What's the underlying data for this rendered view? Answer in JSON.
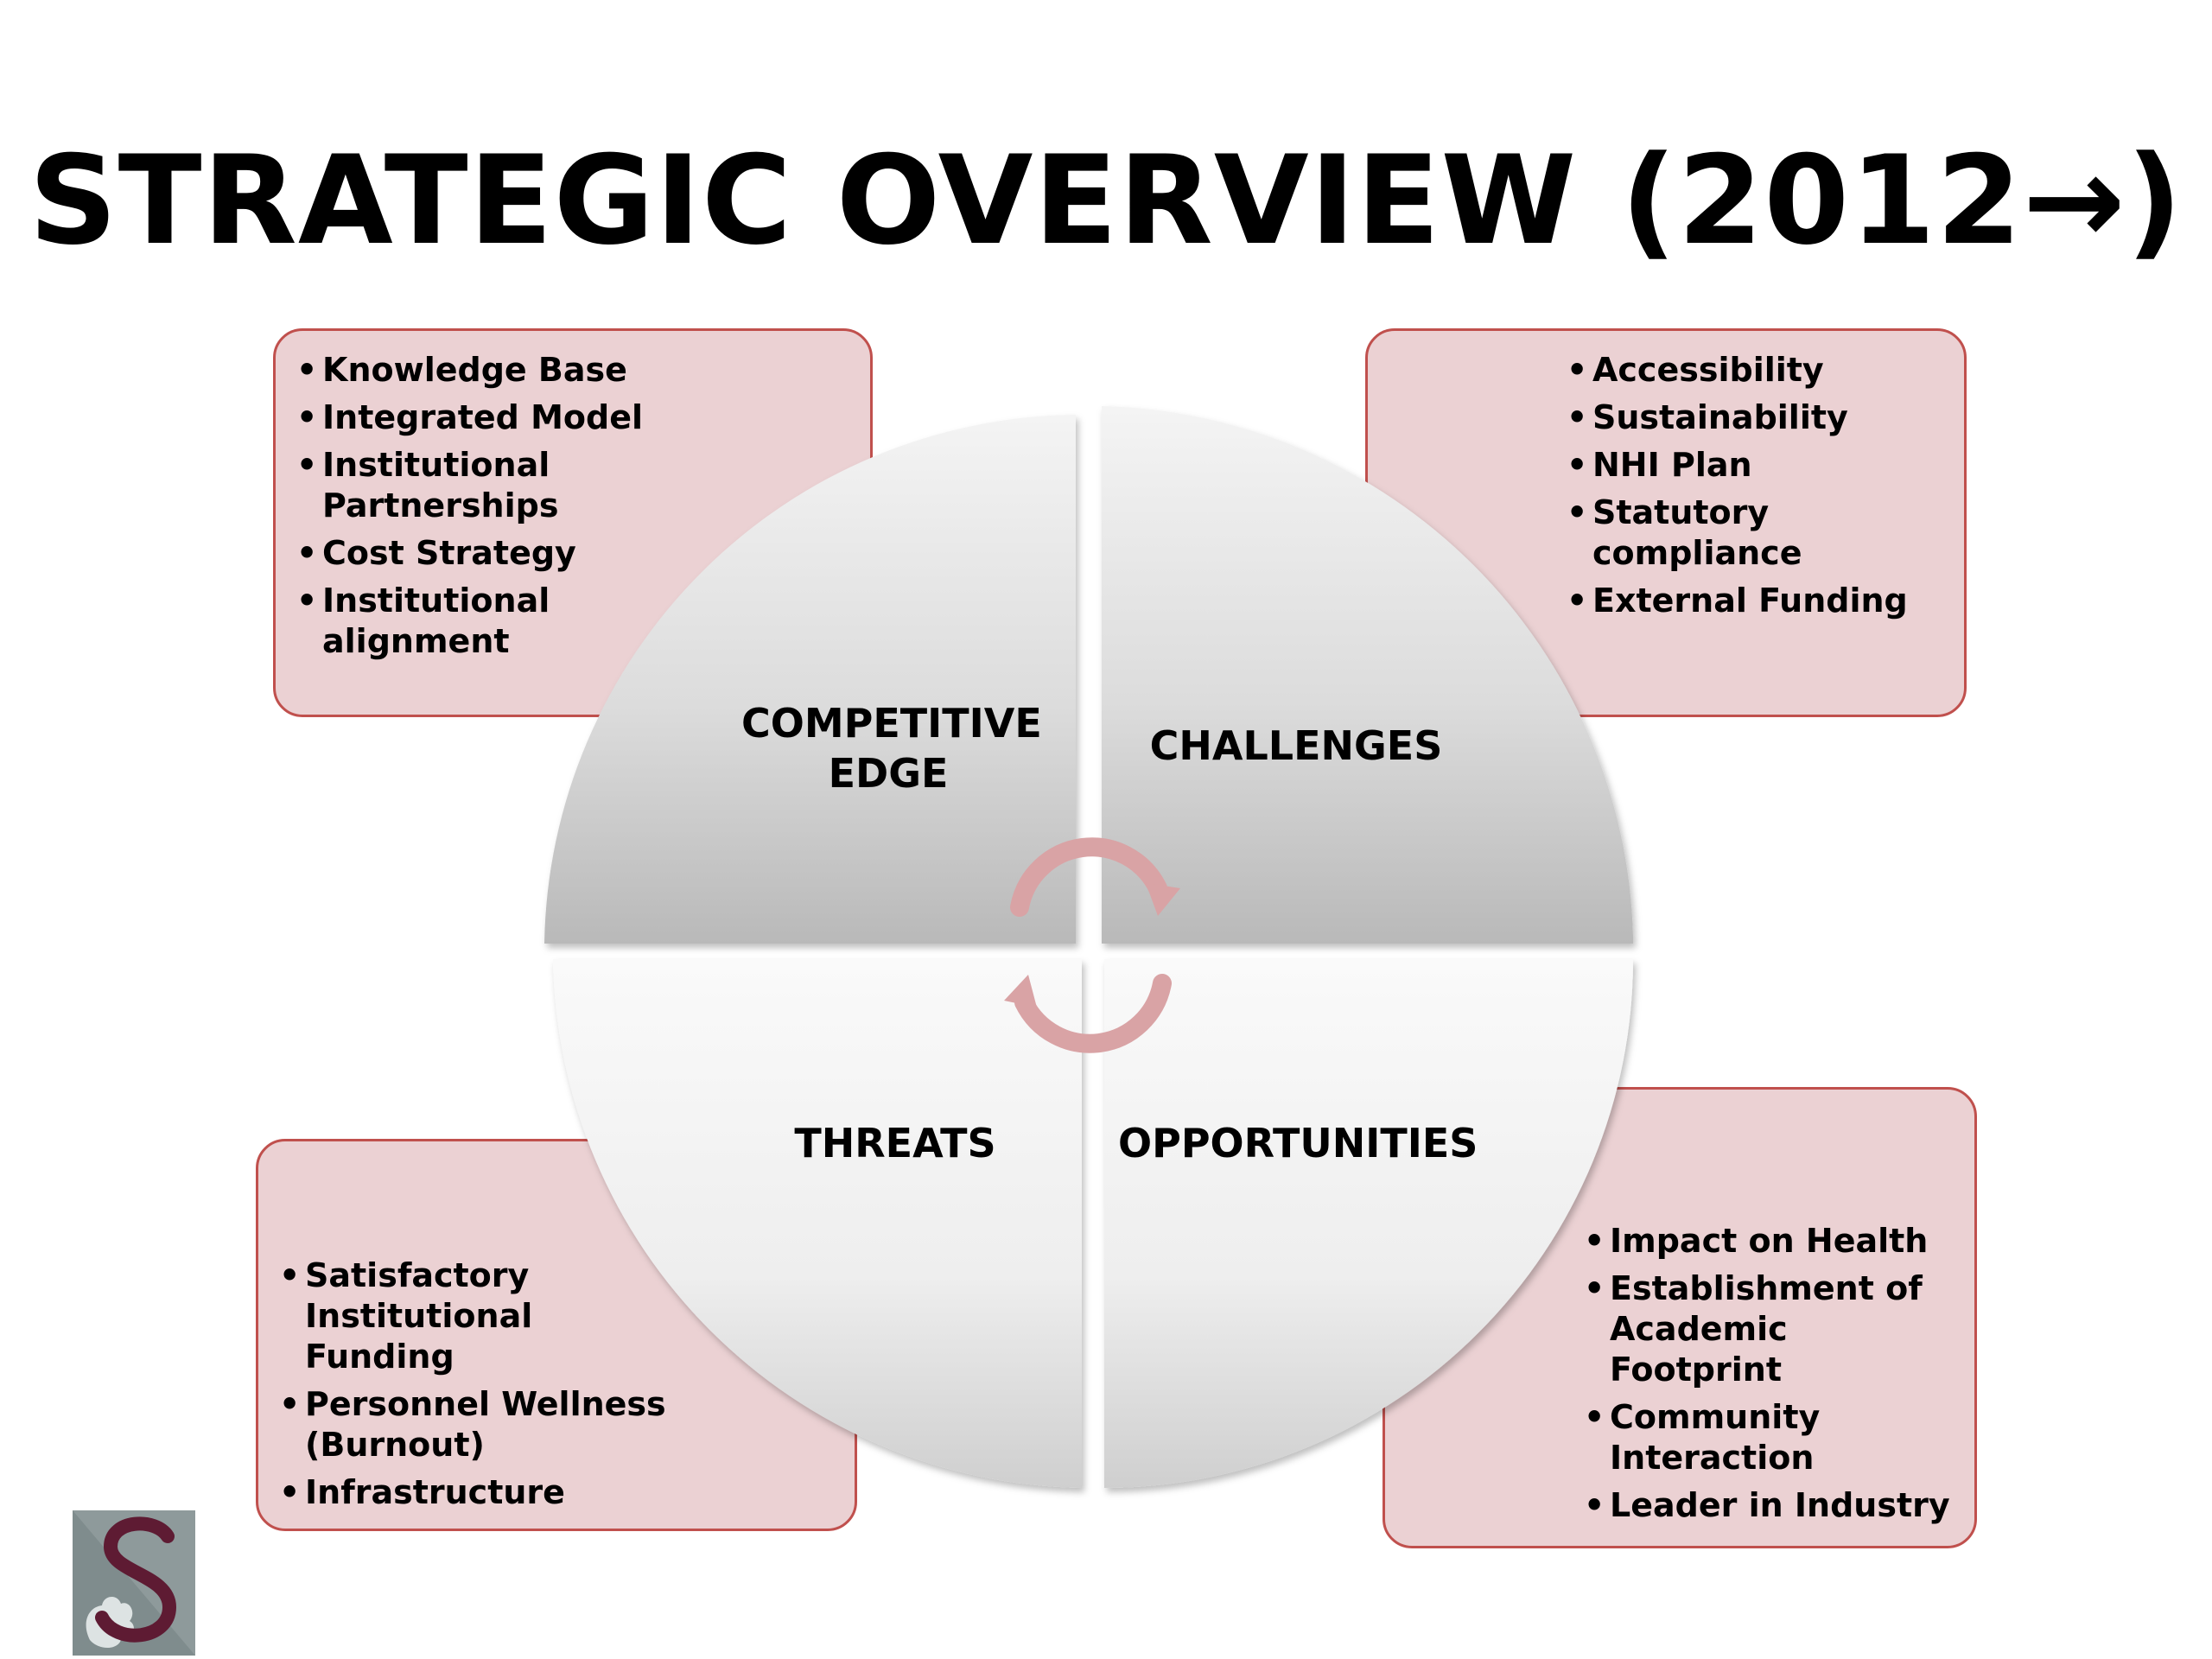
{
  "slide": {
    "title": "STRATEGIC OVERVIEW (2012→)",
    "quadrants": {
      "competitive_edge": {
        "label": "COMPETITIVE EDGE",
        "items": [
          "Knowledge Base",
          "Integrated Model",
          "Institutional Partnerships",
          "Cost Strategy",
          "Institutional alignment"
        ]
      },
      "challenges": {
        "label": "CHALLENGES",
        "items": [
          "Accessibility",
          "Sustainability",
          "NHI Plan",
          "Statutory compliance",
          "External Funding"
        ]
      },
      "threats": {
        "label": "THREATS",
        "items": [
          "Satisfactory Institutional Funding",
          "Personnel Wellness (Burnout)",
          "Infrastructure"
        ]
      },
      "opportunities": {
        "label": "OPPORTUNITIES",
        "items": [
          "Impact on Health",
          "Establishment of Academic Footprint",
          "Community Interaction",
          "Leader in Industry"
        ]
      }
    },
    "colors": {
      "box_fill": "#ebd1d3",
      "box_border": "#c0504d",
      "arrow": "#d9a3a5",
      "logo_grey": "#7f8c8d",
      "logo_maroon": "#5e1b33"
    },
    "icons": {
      "cycle_arrows": "circular-arrows-icon",
      "logo": "university-s-logo"
    }
  }
}
